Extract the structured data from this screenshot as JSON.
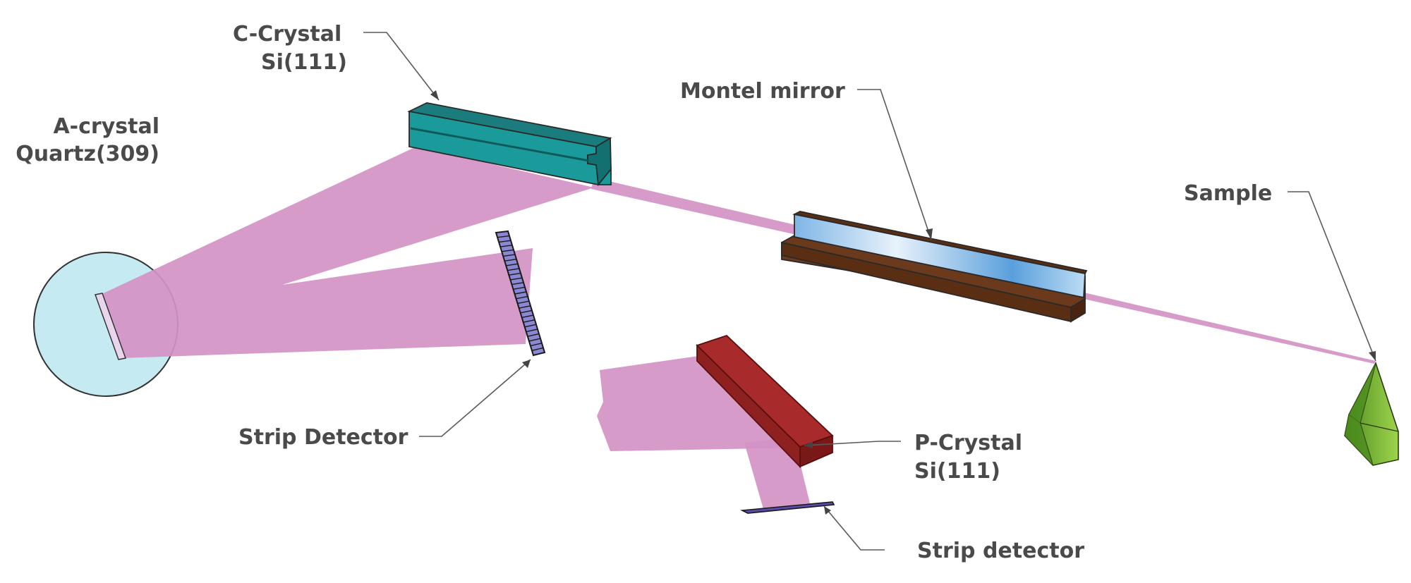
{
  "diagram": {
    "labels": {
      "c_crystal_line1": "C-Crystal",
      "c_crystal_line2": "Si(111)",
      "a_crystal_line1": "A-crystal",
      "a_crystal_line2": "Quartz(309)",
      "montel_mirror": "Montel mirror",
      "sample": "Sample",
      "strip_detector_1": "Strip Detector",
      "p_crystal_line1": "P-Crystal",
      "p_crystal_line2": "Si(111)",
      "strip_detector_2": "Strip detector"
    },
    "colors": {
      "beam": "#d493c5",
      "c_crystal": "#1a9494",
      "a_crystal_circle": "#c6eaf2",
      "montel_frame": "#6b3a1c",
      "montel_mirror": "#a8d4f0",
      "p_crystal": "#9e2424",
      "sample": "#8cc63e",
      "strip_detector": "#7a78c8",
      "text": "#4a4a4a"
    }
  }
}
